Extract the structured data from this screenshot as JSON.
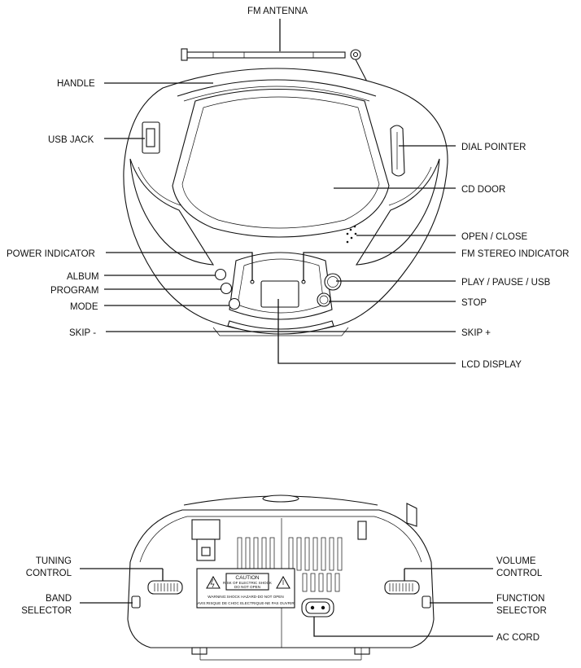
{
  "front_view": {
    "labels": {
      "fm_antenna": "FM ANTENNA",
      "handle": "HANDLE",
      "usb_jack": "USB JACK",
      "dial_pointer": "DIAL POINTER",
      "cd_door": "CD DOOR",
      "open_close": "OPEN / CLOSE",
      "power_indicator": "POWER INDICATOR",
      "fm_stereo_indicator": "FM STEREO INDICATOR",
      "album": "ALBUM",
      "play_pause_usb": "PLAY / PAUSE / USB",
      "program": "PROGRAM",
      "mode": "MODE",
      "stop": "STOP",
      "skip_minus": "SKIP -",
      "skip_plus": "SKIP +",
      "lcd_display": "LCD DISPLAY"
    }
  },
  "back_view": {
    "labels": {
      "tuning_control": [
        "TUNING",
        "CONTROL"
      ],
      "volume_control": [
        "VOLUME",
        "CONTROL"
      ],
      "band_selector": [
        "BAND",
        "SELECTOR"
      ],
      "function_selector": [
        "FUNCTION",
        "SELECTOR"
      ],
      "ac_cord": "AC CORD"
    },
    "caution_plate": {
      "title": "CAUTION",
      "line1": "RISK OF ELECTRIC SHOCK",
      "line2": "DO NOT OPEN",
      "warning_en": "WARNING:SHOCK HAZARD-DO NOT OPEN",
      "warning_fr": "AVIS:RISQUE DE CHOC ELECTRIQUE-NE PAS OUVRIR"
    }
  }
}
